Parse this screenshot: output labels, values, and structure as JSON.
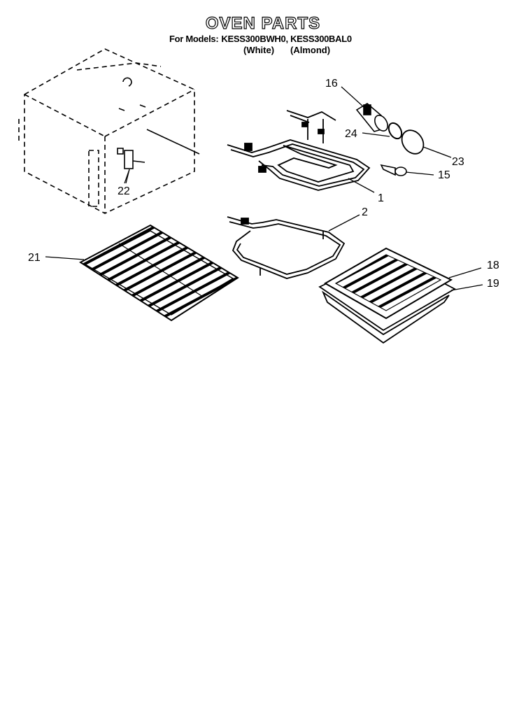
{
  "header": {
    "title": "OVEN PARTS",
    "models_prefix": "For Models:",
    "models_list": "KESS300BWH0, KESS300BAL0",
    "variant_white": "(White)",
    "variant_almond": "(Almond)"
  },
  "callouts": {
    "c1": "1",
    "c2": "2",
    "c15": "15",
    "c16": "16",
    "c18": "18",
    "c19": "19",
    "c21": "21",
    "c22": "22",
    "c23": "23",
    "c24": "24"
  }
}
